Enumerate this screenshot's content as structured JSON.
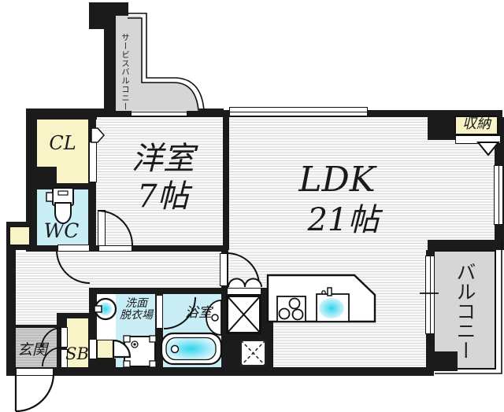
{
  "title": "apartment-floor-plan",
  "rooms": {
    "service_balcony": "サービスバルコニー",
    "closet": "CL",
    "western_room": "洋室",
    "western_room_size": "7帖",
    "ldk": "LDK",
    "ldk_size": "21帖",
    "storage": "収納",
    "wc": "WC",
    "washroom_line1": "洗面",
    "washroom_line2": "脱衣場",
    "bathroom": "浴室",
    "balcony": "バルコニー",
    "entrance": "玄関",
    "shoe_box": "SB"
  },
  "colors": {
    "wall": "#1b1b1b",
    "room_cream": "#f8f4c8",
    "room_cyan": "#c9eef6",
    "water": "#2fd5ee",
    "balcony_gray": "#d6d6d6"
  }
}
